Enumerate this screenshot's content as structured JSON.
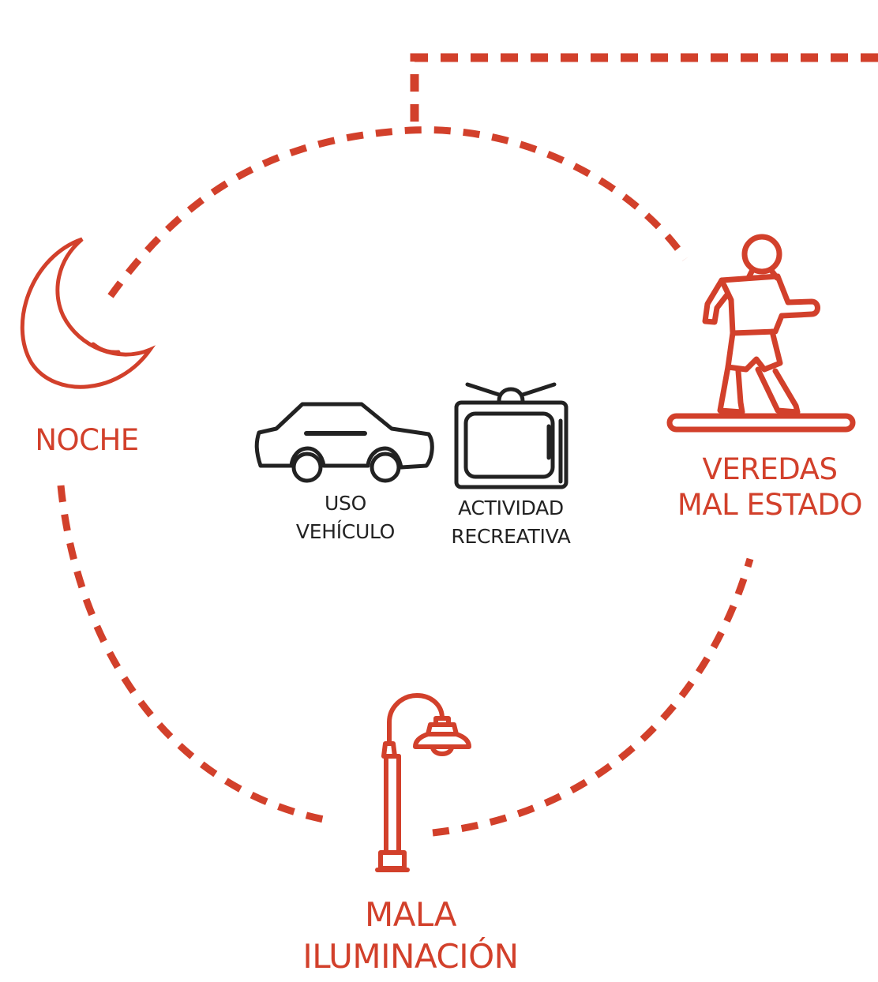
{
  "colors": {
    "accent": "#d2402b",
    "ink": "#222222",
    "background": "#ffffff"
  },
  "nodes": {
    "noche": {
      "label": "NOCHE",
      "icon": "moon-icon"
    },
    "veredas": {
      "line1": "VEREDAS",
      "line2": "MAL ESTADO",
      "icon": "walking-person-icon"
    },
    "iluminacion": {
      "line1": "MALA",
      "line2": "ILUMINACIÓN",
      "icon": "street-lamp-icon"
    }
  },
  "center": {
    "vehiculo": {
      "line1": "USO",
      "line2": "VEHÍCULO",
      "icon": "car-icon"
    },
    "recreativa": {
      "line1": "ACTIVIDAD",
      "line2": "RECREATIVA",
      "icon": "television-icon"
    }
  }
}
